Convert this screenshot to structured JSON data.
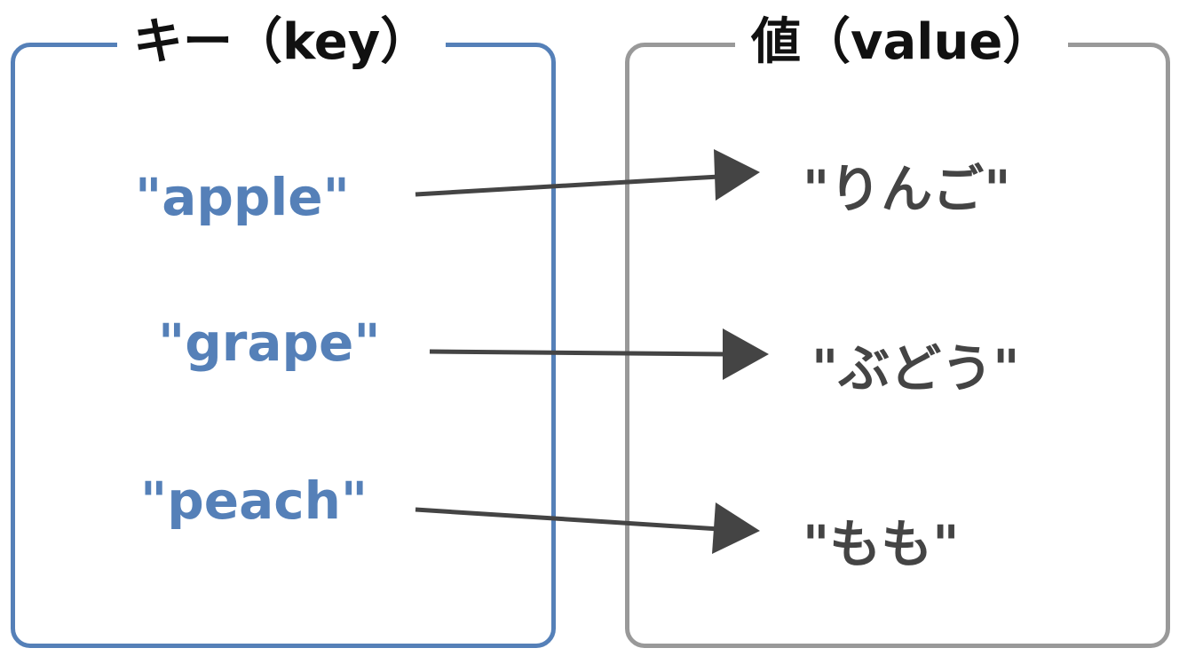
{
  "keys_title": "キー（key）",
  "values_title": "値（value）",
  "pairs": [
    {
      "key": "\"apple\"",
      "value": "\"りんご\""
    },
    {
      "key": "\"grape\"",
      "value": "\"ぶどう\""
    },
    {
      "key": "\"peach\"",
      "value": "\"もも\""
    }
  ],
  "colors": {
    "key": "#5580b8",
    "value_box": "#999999",
    "arrow": "#444444"
  }
}
